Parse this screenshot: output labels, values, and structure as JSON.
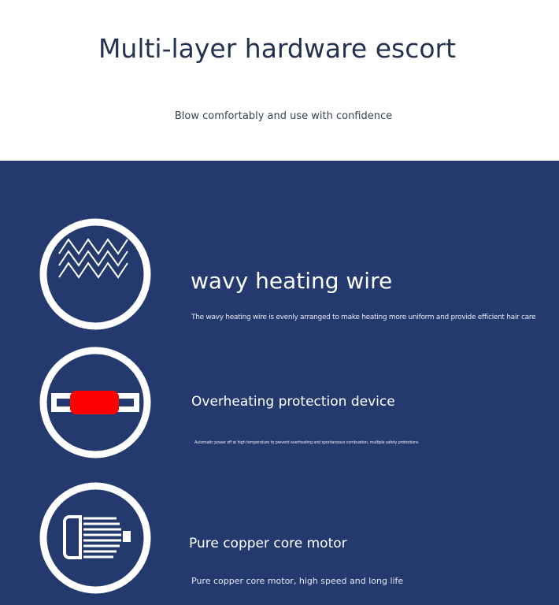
{
  "header": {
    "title": "Multi-layer hardware escort",
    "subtitle": "Blow comfortably and use with confidence"
  },
  "features": [
    {
      "icon": "wavy-wire-icon",
      "title": "wavy heating wire",
      "description": "The wavy heating wire is evenly arranged to make heating more uniform and provide efficient hair care"
    },
    {
      "icon": "overheat-protection-icon",
      "title": "Overheating protection device",
      "description": "Automatic power off at high temperature to prevent overheating and spontaneous combustion, multiple safety protections"
    },
    {
      "icon": "motor-icon",
      "title": "Pure copper core motor",
      "description": "Pure copper core motor, high speed and long life"
    }
  ],
  "colors": {
    "panel": "#243a6e",
    "accent": "#ff0000"
  }
}
